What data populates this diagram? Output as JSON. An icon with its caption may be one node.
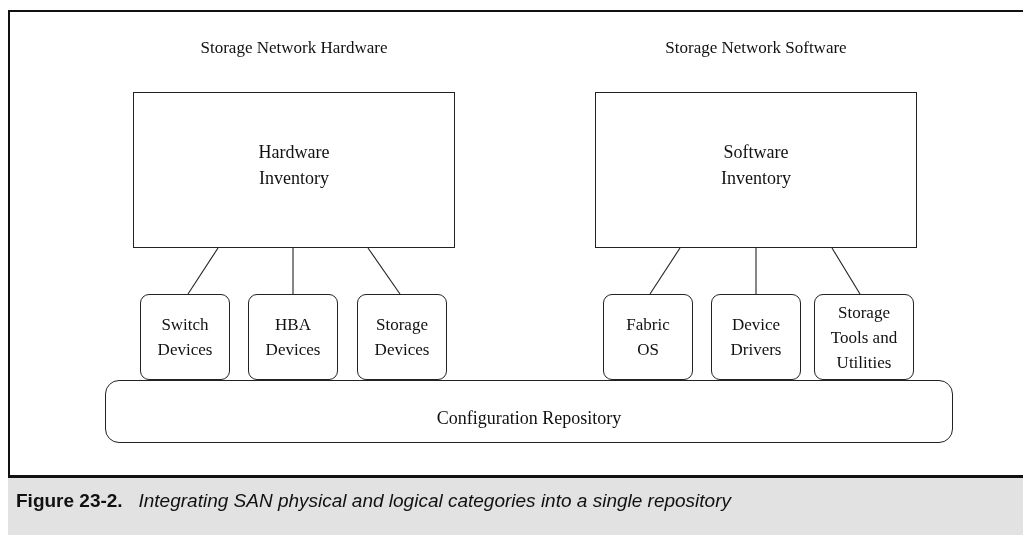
{
  "diagram": {
    "caption": "**Figure 23-2.**   *Integrating SAN physical and logical categories into a single repository*",
    "nodes": [
      {
        "text": [
          "Storage Network Hardware",
          "Hardware Inventory"
        ]
      },
      {
        "text": [
          "Storage Network Software",
          "Software Inventory"
        ]
      },
      {
        "text": [
          "Switch Devices"
        ]
      },
      {
        "text": [
          "HBA Devices"
        ]
      },
      {
        "text": [
          "Storage Devices"
        ]
      },
      {
        "text": [
          "Fabric OS"
        ]
      },
      {
        "text": [
          "Device Drivers"
        ]
      },
      {
        "text": [
          "Storage Tools and Utilities"
        ]
      },
      {
        "text": [
          "Configuration Repository"
        ]
      }
    ],
    "edges": [
      {
        "from": 0,
        "to": 2,
        "arrow": "none"
      },
      {
        "from": 0,
        "to": 3,
        "arrow": "none"
      },
      {
        "from": 0,
        "to": 4,
        "arrow": "none"
      },
      {
        "from": 1,
        "to": 5,
        "arrow": "none"
      },
      {
        "from": 1,
        "to": 6,
        "arrow": "none"
      },
      {
        "from": 1,
        "to": 7,
        "arrow": "none"
      }
    ]
  }
}
